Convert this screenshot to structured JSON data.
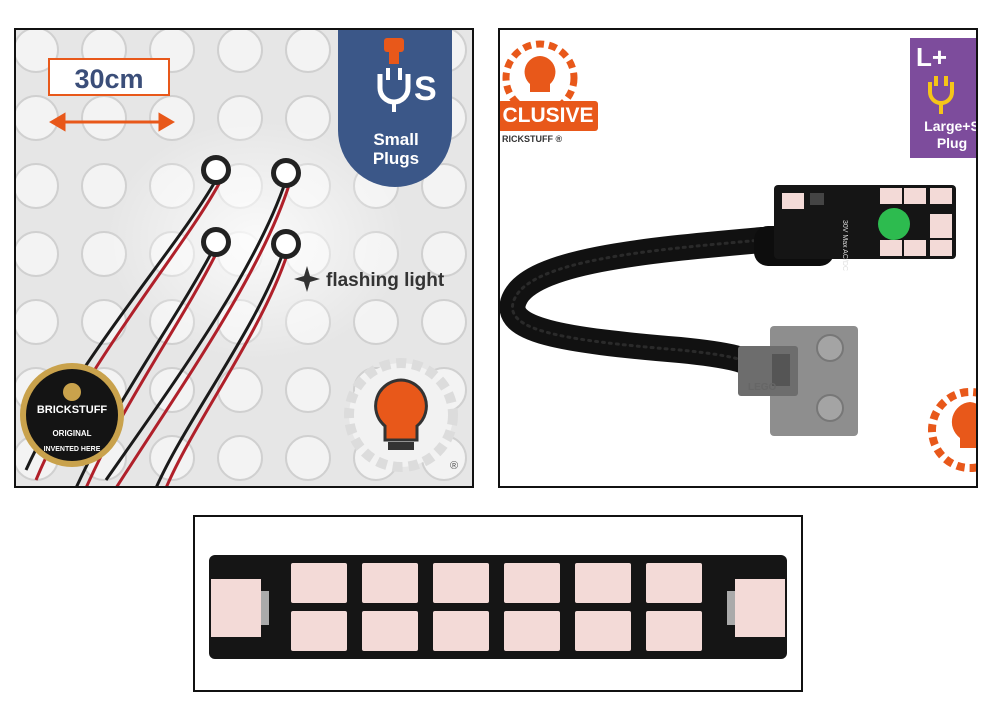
{
  "panel_left": {
    "length_label": "30cm",
    "plug_letter": "S",
    "plug_label": "Small Plugs",
    "flashing_label": "flashing light",
    "badge": {
      "brand": "BRICKSTUFF",
      "original": "ORIGINAL",
      "invented": "INVENTED HERE"
    },
    "reg_mark": "®"
  },
  "panel_right": {
    "exclusive_label": "CLUSIVE",
    "exclusive_sub": "RICKSTUFF ®",
    "plug_letter": "L+",
    "plug_label": "Large+S Plug",
    "pcb_text": "30V Max AC/DC",
    "brick_text": "LEGO"
  },
  "colors": {
    "accent_orange": "#e8581a",
    "plug_blue": "#3b5788",
    "plug_purple": "#7d4c9c",
    "board_black": "#151515",
    "connector_pink": "#f3dad7",
    "led_green": "#2dbb4f"
  }
}
